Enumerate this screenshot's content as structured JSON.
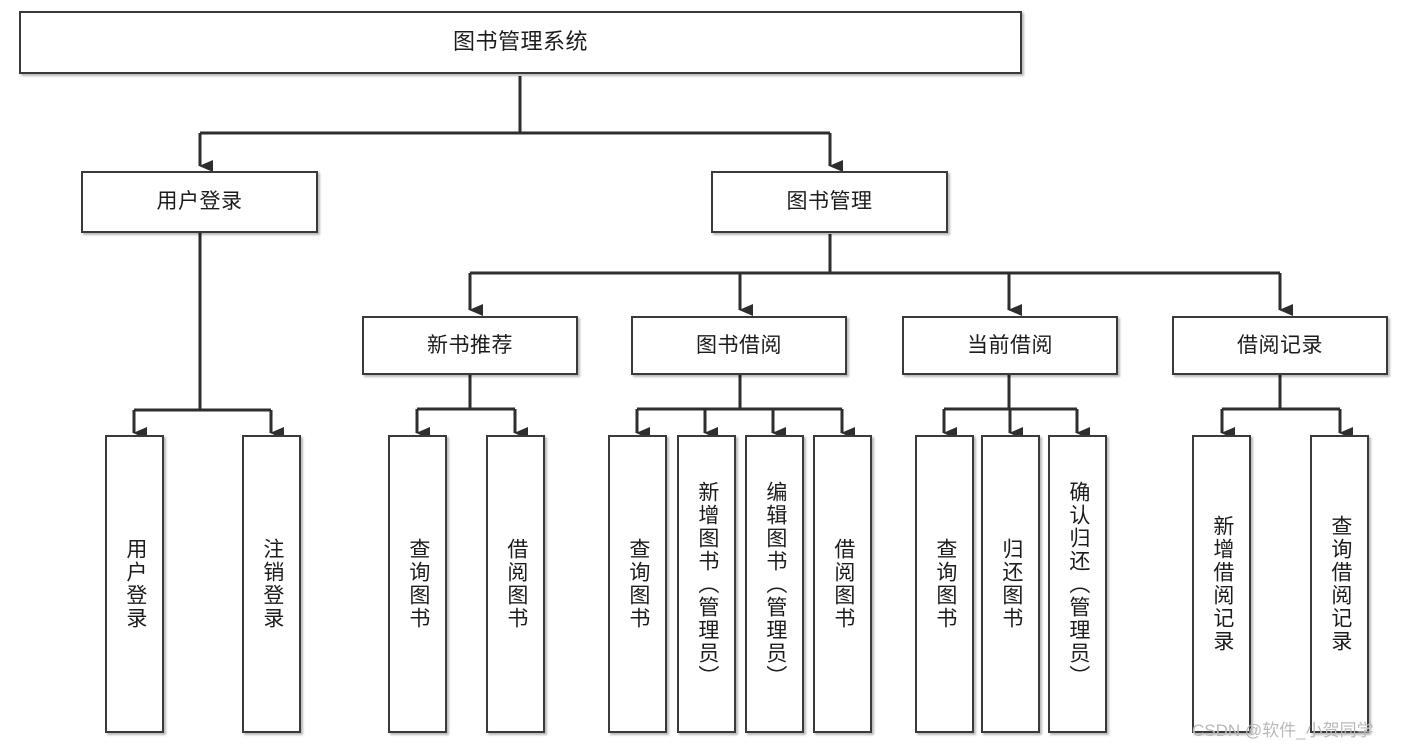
{
  "diagram": {
    "title": "图书管理系统",
    "type": "tree",
    "watermark": "CSDN @软件_小贺同学",
    "colors": {
      "node_border": "#3a3a3a",
      "node_fill": "#ffffff",
      "connector": "#2e2e2e",
      "text": "#1c1c1c",
      "watermark": "#b9b9b9",
      "background": "#ffffff"
    },
    "nodes": {
      "root": {
        "label": "图书管理系统"
      },
      "level2": [
        {
          "id": "user-login",
          "label": "用户登录"
        },
        {
          "id": "book-management",
          "label": "图书管理"
        }
      ],
      "level3": [
        {
          "id": "new-book-recommend",
          "label": "新书推荐"
        },
        {
          "id": "book-borrow",
          "label": "图书借阅"
        },
        {
          "id": "current-borrow",
          "label": "当前借阅"
        },
        {
          "id": "borrow-record",
          "label": "借阅记录"
        }
      ],
      "leaves": {
        "user-login": [
          {
            "id": "leaf-user-login",
            "label": "用户登录"
          },
          {
            "id": "leaf-logout-login",
            "label": "注销登录"
          }
        ],
        "new-book-recommend": [
          {
            "id": "leaf-query-book-1",
            "label": "查询图书"
          },
          {
            "id": "leaf-borrow-book-1",
            "label": "借阅图书"
          }
        ],
        "book-borrow": [
          {
            "id": "leaf-query-book-2",
            "label": "查询图书"
          },
          {
            "id": "leaf-add-book-admin",
            "label": "新增图书（管理员）"
          },
          {
            "id": "leaf-edit-book-admin",
            "label": "编辑图书（管理员）"
          },
          {
            "id": "leaf-borrow-book-2",
            "label": "借阅图书"
          }
        ],
        "current-borrow": [
          {
            "id": "leaf-query-book-3",
            "label": "查询图书"
          },
          {
            "id": "leaf-return-book",
            "label": "归还图书"
          },
          {
            "id": "leaf-confirm-return-admin",
            "label": "确认归还（管理员）"
          }
        ],
        "borrow-record": [
          {
            "id": "leaf-add-borrow-record",
            "label": "新增借阅记录"
          },
          {
            "id": "leaf-query-borrow-record",
            "label": "查询借阅记录"
          }
        ]
      }
    }
  }
}
